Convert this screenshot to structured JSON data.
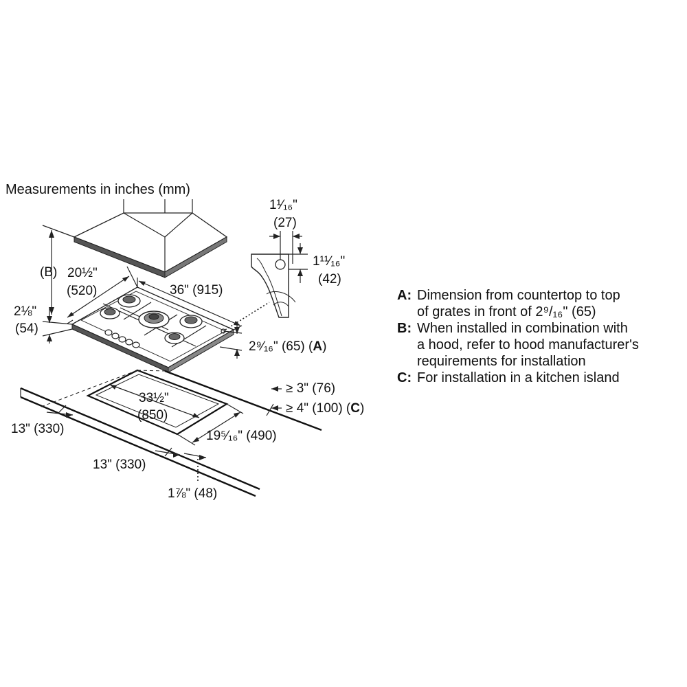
{
  "title": "Measurements in inches (mm)",
  "dimensions": {
    "hood_offset_in": "1¹⁄₁₆\"",
    "hood_offset_mm": "(27)",
    "bracket_height_in": "1¹¹⁄₁₆\"",
    "bracket_height_mm": "(42)",
    "b_label": "(B)",
    "depth_in": "20½\"",
    "depth_mm": "(520)",
    "width": "36\" (915)",
    "thickness_in": "2⅛\"",
    "thickness_mm": "(54)",
    "grate_height": "2⁹⁄₁₆\" (65) (",
    "grate_height_key": "A",
    "grate_height_close": ")",
    "rear_clear_in": "≥ 3\" (76)",
    "island_clear": "≥ 4\" (100) (",
    "island_key": "C",
    "island_close": ")",
    "cutout_width_in": "33½\"",
    "cutout_width_mm": "(850)",
    "left_clear_1": "13\" (330)",
    "cutout_depth": "19⁵⁄₁₆\" (490)",
    "left_clear_2": "13\" (330)",
    "front_clear": "1⅞\" (48)"
  },
  "legend": [
    {
      "key": "A:",
      "lines": [
        "Dimension from countertop to top",
        "of grates in front of 2⁹/₁₆\" (65)"
      ]
    },
    {
      "key": "B:",
      "lines": [
        "When installed in combination with",
        "a hood, refer to hood manufacturer's",
        "requirements for installation"
      ]
    },
    {
      "key": "C:",
      "lines": [
        "For installation in a kitchen island"
      ]
    }
  ]
}
